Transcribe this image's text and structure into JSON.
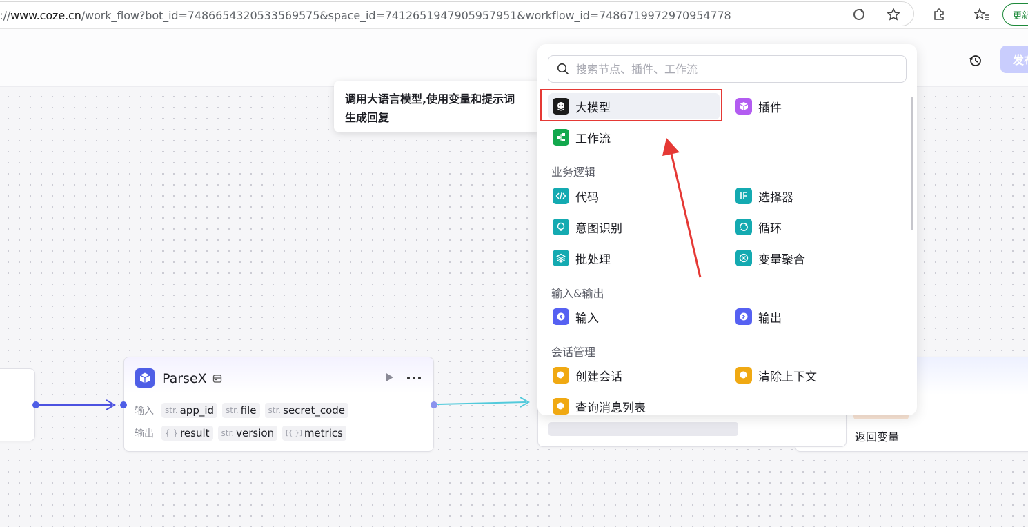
{
  "browser": {
    "url_prefix": "ps://",
    "url_host": "www.coze.cn",
    "url_path": "/work_flow?bot_id=7486654320533569575&space_id=7412651947905957951&workflow_id=7486719972970954778",
    "update_label": "更新"
  },
  "header": {
    "publish_label": "发布"
  },
  "panel": {
    "search_placeholder": "搜索节点、插件、工作流",
    "top_items": [
      {
        "label": "大模型",
        "icon": "llm-icon",
        "color": "#1c1c1c"
      },
      {
        "label": "插件",
        "icon": "plugin-icon",
        "color": "#b35cf1"
      },
      {
        "label": "工作流",
        "icon": "workflow-icon",
        "color": "#12a84d"
      }
    ],
    "sections": [
      {
        "title": "业务逻辑",
        "items": [
          {
            "label": "代码",
            "icon": "code-icon",
            "color": "#14aab1"
          },
          {
            "label": "选择器",
            "icon": "if-icon",
            "color": "#14aab1"
          },
          {
            "label": "意图识别",
            "icon": "intent-icon",
            "color": "#14aab1"
          },
          {
            "label": "循环",
            "icon": "loop-icon",
            "color": "#14aab1"
          },
          {
            "label": "批处理",
            "icon": "batch-icon",
            "color": "#14aab1"
          },
          {
            "label": "变量聚合",
            "icon": "variable-merge-icon",
            "color": "#14aab1"
          }
        ]
      },
      {
        "title": "输入&输出",
        "items": [
          {
            "label": "输入",
            "icon": "input-icon",
            "color": "#5661f2"
          },
          {
            "label": "输出",
            "icon": "output-icon",
            "color": "#5661f2"
          }
        ]
      },
      {
        "title": "会话管理",
        "items": [
          {
            "label": "创建会话",
            "icon": "create-conversation-icon",
            "color": "#f0a913"
          },
          {
            "label": "清除上下文",
            "icon": "clear-context-icon",
            "color": "#f0a913"
          },
          {
            "label": "查询消息列表",
            "icon": "message-list-icon",
            "color": "#f0a913"
          }
        ]
      }
    ]
  },
  "tooltip": {
    "line1": "调用大语言模型,使用变量和提示词",
    "line2": "生成回复"
  },
  "parse_node": {
    "title": "ParseX",
    "input_label": "输入",
    "output_label": "输出",
    "inputs": [
      {
        "type": "str.",
        "name": "app_id"
      },
      {
        "type": "str.",
        "name": "file"
      },
      {
        "type": "str.",
        "name": "secret_code"
      }
    ],
    "outputs": [
      {
        "type": "{ }",
        "name": "result"
      },
      {
        "type": "str.",
        "name": "version"
      },
      {
        "type": "[{ }]",
        "name": "metrics"
      }
    ]
  },
  "end_node": {
    "text": "返回变量"
  },
  "colors": {
    "accent": "#4e5ee6",
    "edge_blue": "#4c52e0",
    "edge_cyan": "#52cadb",
    "annotation_red": "#e53935"
  }
}
